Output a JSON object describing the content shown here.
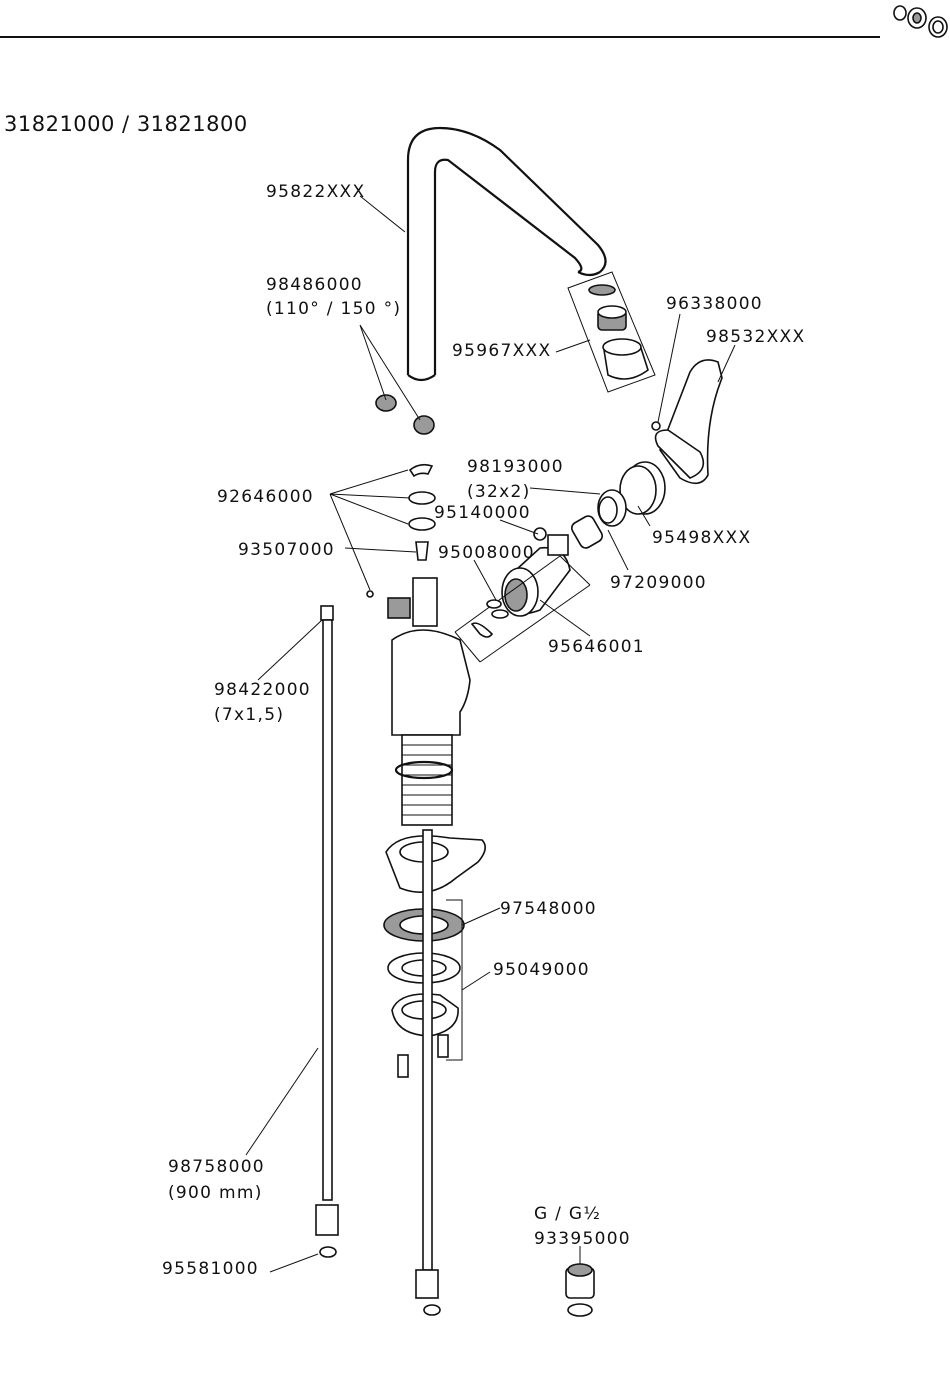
{
  "header": {
    "model_title": "31821000 / 31821800",
    "logo_icon": "fittings-icon"
  },
  "labels": {
    "p95822": "95822XXX",
    "p98486": "98486000",
    "p98486_note": "(110° / 150 °)",
    "p95967": "95967XXX",
    "p96338": "96338000",
    "p98532": "98532XXX",
    "p92646": "92646000",
    "p98193": "98193000",
    "p98193_note": "(32x2)",
    "p95140": "95140000",
    "p95498": "95498XXX",
    "p93507": "93507000",
    "p95008": "95008000",
    "p97209": "97209000",
    "p95646": "95646001",
    "p98422": "98422000",
    "p98422_note": "(7x1,5)",
    "p97548": "97548000",
    "p95049": "95049000",
    "p98758": "98758000",
    "p98758_note": "(900 mm)",
    "p95581": "95581000",
    "thread_note": "G    / G½",
    "p93395": "93395000"
  }
}
